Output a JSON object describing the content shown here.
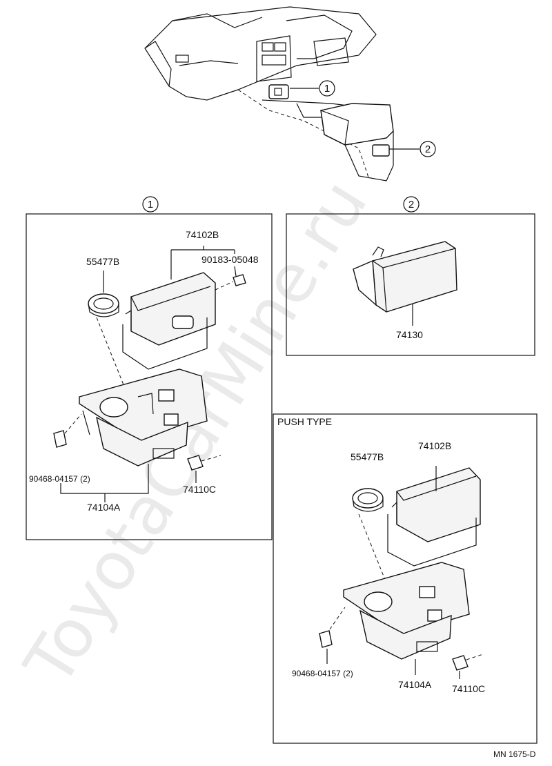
{
  "watermark": "ToyotaCarMine.ru",
  "callouts": {
    "one": "1",
    "two": "2"
  },
  "panel1": {
    "parts": {
      "p55477b": "55477B",
      "p74102b": "74102B",
      "p90183": "90183-05048",
      "p90468": "90468-04157 (2)",
      "p74104a": "74104A",
      "p74110c": "74110C"
    }
  },
  "panel2": {
    "parts": {
      "p74130": "74130"
    }
  },
  "panel3": {
    "title": "PUSH TYPE",
    "parts": {
      "p55477b": "55477B",
      "p74102b": "74102B",
      "p90468": "90468-04157 (2)",
      "p74104a": "74104A",
      "p74110c": "74110C"
    }
  },
  "footer": {
    "code": "MN 1675-D"
  }
}
